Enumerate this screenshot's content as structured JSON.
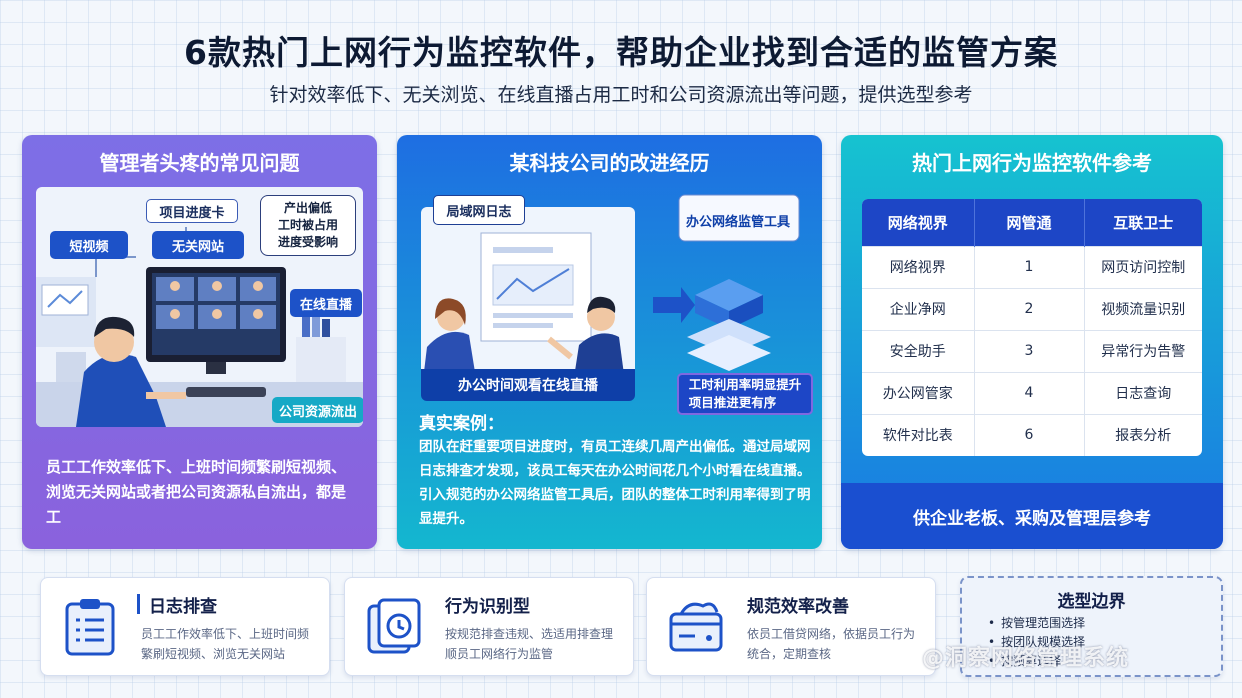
{
  "header": {
    "title": "6款热门上网行为监控软件，帮助企业找到合适的监管方案",
    "subtitle": "针对效率低下、无关浏览、在线直播占用工时和公司资源流出等问题，提供选型参考"
  },
  "panel1": {
    "title": "管理者头疼的常见问题",
    "tags": {
      "progress": "项目进度卡",
      "short_video": "短视频",
      "irrelevant": "无关网站",
      "live": "在线直播",
      "leak": "公司资源流出"
    },
    "bubble": "产出偏低\n工时被占用\n进度受影响",
    "body": "员工工作效率低下、上班时间频繁刷短视频、浏览无关网站或者把公司资源私自流出，都是工"
  },
  "panel2": {
    "title": "某科技公司的改进经历",
    "log_label": "局域网日志",
    "tool_label": "办公网络监管工具",
    "live_caption": "办公时间观看在线直播",
    "result": "工时利用率明显提升\n项目推进更有序",
    "case_label": "真实案例：",
    "case_text": "团队在赶重要项目进度时，有员工连续几周产出偏低。通过局域网日志排查才发现，该员工每天在办公时间花几个小时看在线直播。引入规范的办公网络监管工具后，团队的整体工时利用率得到了明显提升。"
  },
  "panel3": {
    "title": "热门上网行为监控软件参考",
    "columns": [
      "网络视界",
      "网管通",
      "互联卫士"
    ],
    "rows": [
      [
        "网络视界",
        "1",
        "网页访问控制"
      ],
      [
        "企业净网",
        "2",
        "视频流量识别"
      ],
      [
        "安全助手",
        "3",
        "异常行为告警"
      ],
      [
        "办公网管家",
        "4",
        "日志查询"
      ],
      [
        "软件对比表",
        "6",
        "报表分析"
      ]
    ],
    "footer": "供企业老板、采购及管理层参考"
  },
  "cards": [
    {
      "title": "日志排查",
      "desc": "员工工作效率低下、上班时间频繁刷短视频、浏览无关网站",
      "icon": "clipboard-icon"
    },
    {
      "title": "行为识别型",
      "desc": "按规范排查违规、选适用排查理顺员工网络行为监管",
      "icon": "document-stack-icon"
    },
    {
      "title": "规范效率改善",
      "desc": "依员工借贷网络，依据员工行为统合，定期查核",
      "icon": "card-wallet-icon"
    }
  ],
  "selection": {
    "title": "选型边界",
    "items": [
      "按管理范围选择",
      "按团队规模选择",
      "按预算选择"
    ]
  },
  "watermark": "@洞察网络管理系统",
  "colors": {
    "brand_blue": "#1d52c8",
    "purple": "#8068e2",
    "teal": "#16c3d0"
  }
}
